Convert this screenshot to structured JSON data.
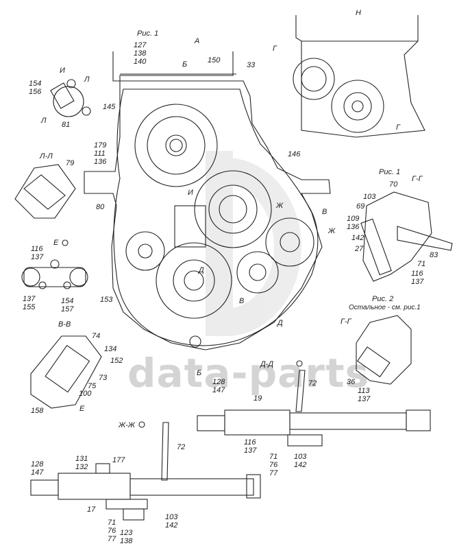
{
  "watermark": "data-parts",
  "views": {
    "main": {
      "fig": "Рис. 1",
      "title": "А"
    },
    "view_n": {
      "title": "Н"
    },
    "view_i": {
      "title": "И"
    },
    "section_ll": {
      "title": "Л-Л"
    },
    "view_e": {
      "title": "Е"
    },
    "section_vv": {
      "title": "В-В"
    },
    "section_gg1": {
      "fig": "Рис. 1",
      "title": "Г-Г"
    },
    "section_gg2": {
      "fig": "Рис. 2",
      "note": "Остальное - см. рис.1",
      "title": "Г-Г"
    },
    "section_dd": {
      "title": "Д-Д"
    },
    "section_zhzh": {
      "title": "Ж-Ж"
    }
  },
  "section_marks": {
    "b_top": "Б",
    "b_bottom": "Б",
    "v1": "В",
    "v2": "В",
    "zh1": "Ж",
    "zh2": "Ж",
    "d1": "Д",
    "d2": "Д",
    "i": "И",
    "l1": "Л",
    "l2": "Л",
    "g1": "Г",
    "g2": "Г",
    "e_arrow": "Е"
  },
  "labels": {
    "main": {
      "l127": "127\n138\n140",
      "l150": "150",
      "l33": "33",
      "l145": "145",
      "l179": "179\n111\n136",
      "l146": "146",
      "l80": "80",
      "l153": "153"
    },
    "view_i": {
      "l154": "154\n156",
      "l81": "81"
    },
    "section_ll": {
      "l79": "79"
    },
    "view_e": {
      "l116": "116\n137",
      "l137": "137\n155",
      "l154": "154\n157"
    },
    "section_vv": {
      "l74": "74",
      "l134": "134",
      "l152": "152",
      "l73": "73",
      "l75": "75",
      "l100": "100",
      "l158": "158"
    },
    "section_gg1": {
      "l70": "70",
      "l103": "103",
      "l69": "69",
      "l109": "109\n136",
      "l142": "142",
      "l27": "27",
      "l83": "83",
      "l71": "71",
      "l116": "116\n137"
    },
    "section_gg2": {
      "l36": "36",
      "l113": "113\n137"
    },
    "section_dd": {
      "l128": "128\n147",
      "l19": "19",
      "l72": "72",
      "l116": "116\n137",
      "l71": "71\n76\n77",
      "l103": "103\n142"
    },
    "section_zhzh": {
      "l128": "128\n147",
      "l131": "131\n132",
      "l177": "177",
      "l72": "72",
      "l17": "17",
      "l71": "71\n76\n77",
      "l123": "123\n138",
      "l103": "103\n142"
    }
  }
}
